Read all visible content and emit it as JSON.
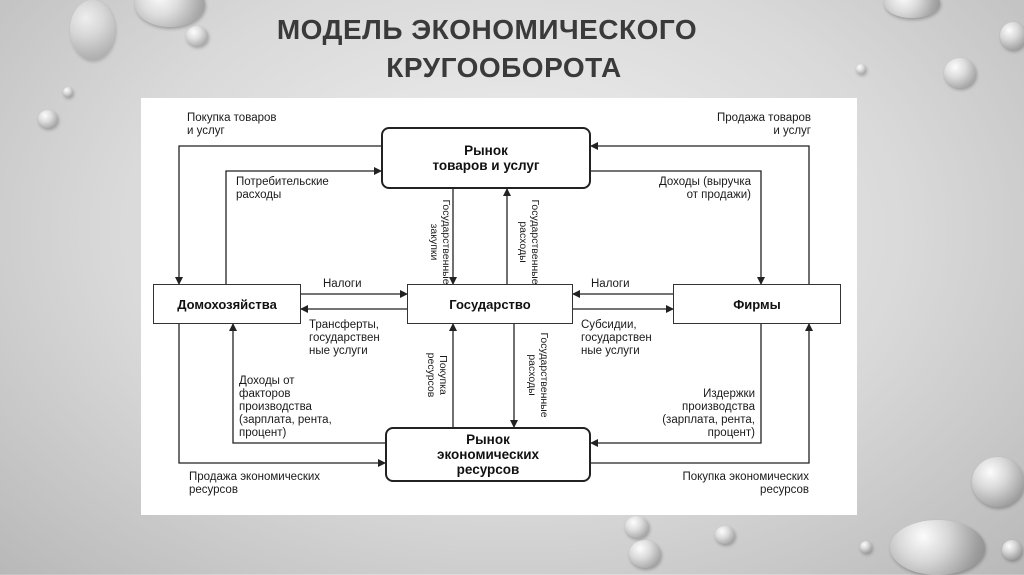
{
  "title": {
    "line1": "МОДЕЛЬ ЭКОНОМИЧЕСКОГО",
    "line2": "КРУГООБОРОТА"
  },
  "nodes": {
    "goods_market": {
      "line1": "Рынок",
      "line2": "товаров и услуг"
    },
    "households": "Домохозяйства",
    "government": "Государство",
    "firms": "Фирмы",
    "resources_market": {
      "line1": "Рынок",
      "line2": "экономических",
      "line3": "ресурсов"
    }
  },
  "flows": {
    "purchase_goods": {
      "line1": "Покупка товаров",
      "line2": "и услуг"
    },
    "sale_goods": {
      "line1": "Продажа товаров",
      "line2": "и услуг"
    },
    "consumer_spending": {
      "line1": "Потребительские",
      "line2": "расходы"
    },
    "revenue": {
      "line1": "Доходы (выручка",
      "line2": "от продажи)"
    },
    "taxes_households": "Налоги",
    "taxes_firms": "Налоги",
    "transfers": {
      "line1": "Трансферты,",
      "line2": "государствен",
      "line3": "ные услуги"
    },
    "subsidies": {
      "line1": "Субсидии,",
      "line2": "государствен",
      "line3": "ные услуги"
    },
    "gov_purchases": {
      "line1": "Государственные",
      "line2": "закупки"
    },
    "gov_spending_top": {
      "line1": "Государственные",
      "line2": "расходы"
    },
    "purchase_resources_gov": {
      "line1": "Покупка",
      "line2": "ресурсов"
    },
    "gov_spending_bottom": {
      "line1": "Государственные",
      "line2": "расходы"
    },
    "factor_income": {
      "line1": "Доходы от",
      "line2": "факторов",
      "line3": "производства",
      "line4": "(зарплата, рента,",
      "line5": "процент)"
    },
    "production_costs": {
      "line1": "Издержки",
      "line2": "производства",
      "line3": "(зарплата, рента,",
      "line4": "процент)"
    },
    "sale_resources": {
      "line1": "Продажа экономических",
      "line2": "ресурсов"
    },
    "purchase_resources": {
      "line1": "Покупка экономических",
      "line2": "ресурсов"
    }
  }
}
